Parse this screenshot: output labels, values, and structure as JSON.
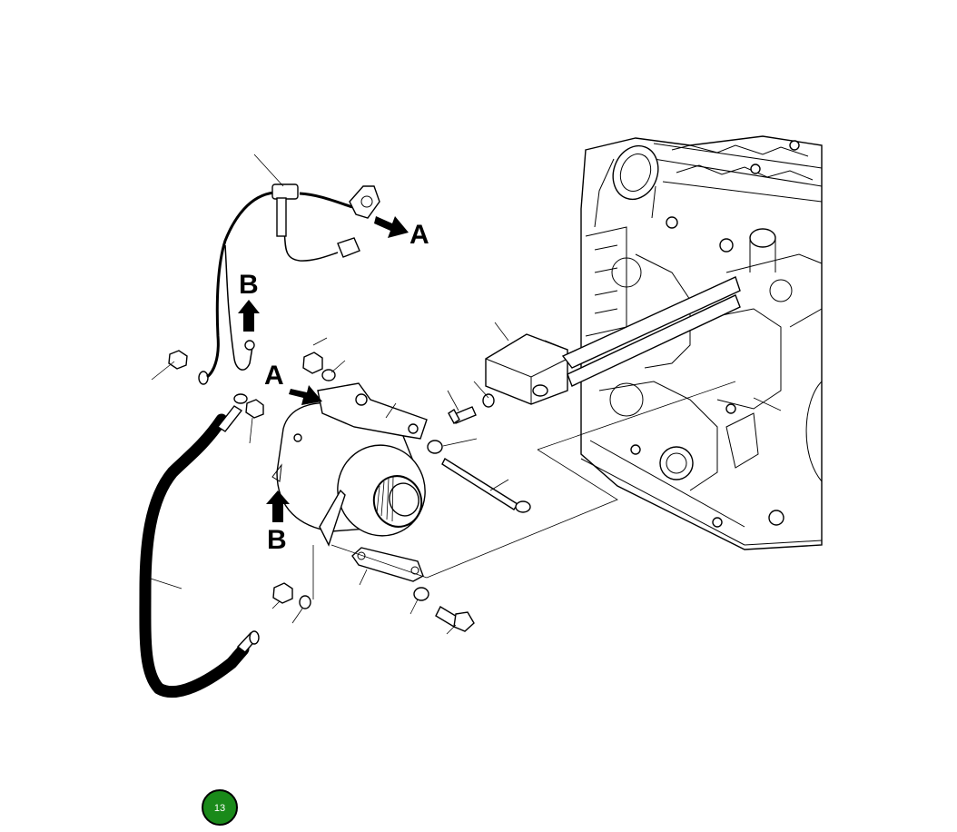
{
  "diagram": {
    "callouts": {
      "a_top": "A",
      "b_top": "B",
      "a_left": "A",
      "b_bottom": "B"
    },
    "page_badge": {
      "number": "13",
      "color": "#1a8a1a"
    }
  }
}
